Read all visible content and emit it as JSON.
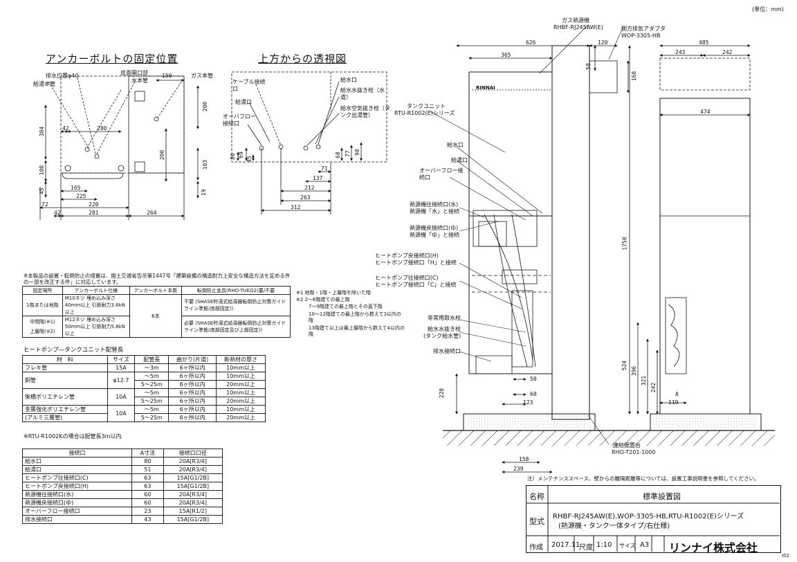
{
  "unit_note": "(単位：mm)",
  "corner_code": "I02",
  "anchor_title": "アンカーボルトの固定位置",
  "top_title": "上方からの透視図",
  "anchor_labels": [
    "排水位置φ40",
    "給湯本管",
    "底面開口部",
    "水本管",
    "ガス本管"
  ],
  "anchor_dims": [
    "150",
    "200",
    "384",
    "42",
    "280",
    "100",
    "200",
    "103",
    "45",
    "165",
    "225",
    "19",
    "72",
    "220",
    "42",
    "281",
    "264"
  ],
  "top_labels": [
    "ケーブル接続口",
    "給湯口",
    "オーバフロー接続口",
    "給水口",
    "給水水抜き栓（水道）",
    "給水空気抜き栓（タンク出湯管）"
  ],
  "top_dims": [
    "86",
    "69",
    "45",
    "71",
    "68",
    "77",
    "98",
    "137",
    "212",
    "263",
    "312"
  ],
  "front_labels": [
    "ガス熱源機",
    "RHBF-RJ245AW(E)",
    "側方排気アダプタ",
    "WOP-3305-HB",
    "タンクユニット",
    "RTU-R1002(E)シリーズ",
    "給水口",
    "給湯口",
    "オーバーフロー接続口",
    "熱源機往接続口(水)",
    "熱源機「水」と接続",
    "熱源機戻接続口(ゆ)",
    "熱源機「ゆ」と接続",
    "ヒートポンプ戻接続口(H)",
    "ヒートポンプ接続口「H」と接続",
    "ヒートポンプ往接続口(C)",
    "ヒートポンプ接続口「C」と接続",
    "非常用取水栓",
    "給水水抜き栓",
    "(タンク給水管)",
    "排水接続口",
    "連結据置台",
    "RHO-T201-1000"
  ],
  "front_dims": [
    "626",
    "365",
    "120",
    "58",
    "168",
    "1750",
    "228",
    "50",
    "60",
    "123",
    "158",
    "239",
    "524"
  ],
  "side_dims": [
    "485",
    "243",
    "242",
    "474",
    "396",
    "321",
    "242",
    "A",
    "119"
  ],
  "brand_mark": "RINNAI",
  "note_main": "※本製品の設置・転倒防止の措置は、国土交通省告示第1447号「建築設備の構造耐力上安全な構造方法を定める件の一部を改正する件」に対応しています。",
  "anchor_table": {
    "headers": [
      "固定場所",
      "アンカーボルト仕様",
      "アンカーボルト本数",
      "転倒防止金具(RHO-TUEQ2)要/不要"
    ],
    "row1": {
      "place": "1階または地階",
      "spec": "M10ネジ 埋め込み深さ40mm以上 引張耐力3.6kN以上",
      "count": "6本",
      "req": "不要 (SHASE貯湯式給湯器転倒防止対策ガイドライン準拠(底部固定))"
    },
    "row2": {
      "place_a": "中間階(※1)",
      "place_b": "上層階(※2)",
      "spec": "M12ネジ 埋め込み深さ50mm以上 引張耐力5.8kN以上",
      "req": "必要 (SHASE貯湯式給湯器転倒防止対策ガイドライン準拠(底部固定及び上部固定))"
    }
  },
  "floor_notes": [
    "※1 地階・1階・上層階を除いた階",
    "※2 2～6階建ての最上階",
    "7～9階建ての最上階とその直下階",
    "10～12階建ての最上階から数えて3以内の階",
    "13階建て以上は最上層階から数えて4以内の階"
  ],
  "pipe_table": {
    "title": "ヒートポンプ―タンクユニット配管長",
    "headers": [
      "材　料",
      "サイズ",
      "配管長",
      "曲がり(片道)",
      "断熱材の厚さ"
    ],
    "rows": [
      [
        "フレキ管",
        "15A",
        "～3m",
        "6ヶ所以内",
        "10mm以上"
      ],
      [
        "銅管",
        "φ12.7",
        "～5m",
        "6ヶ所以内",
        "10mm以上"
      ],
      [
        "",
        "",
        "5～25m",
        "6ヶ所以内",
        "20mm以上"
      ],
      [
        "架橋ポリエチレン管",
        "10A",
        "～5m",
        "6ヶ所以内",
        "10mm以上"
      ],
      [
        "",
        "",
        "5～25m",
        "6ヶ所以内",
        "20mm以上"
      ],
      [
        "金属強化ポリエチレン管",
        "10A",
        "～5m",
        "6ヶ所以内",
        "10mm以上"
      ],
      [
        "(アルミ三層管)",
        "",
        "5～25m",
        "6ヶ所以内",
        "20mm以上"
      ]
    ],
    "note": "※RTU-R1002Kの場合は配管長3m以内"
  },
  "port_table": {
    "headers": [
      "接続口",
      "A寸法",
      "接続口口径"
    ],
    "rows": [
      [
        "給水口",
        "80",
        "20A[R3/4]"
      ],
      [
        "給湯口",
        "51",
        "20A[R3/4]"
      ],
      [
        "ヒートポンプ往接続口(C)",
        "63",
        "15A[G1/2B]"
      ],
      [
        "ヒートポンプ戻接続口(H)",
        "63",
        "15A[G1/2B]"
      ],
      [
        "熱源機往接続口(水)",
        "60",
        "20A[R3/4]"
      ],
      [
        "熱源機戻接続口(ゆ)",
        "60",
        "20A[R3/4]"
      ],
      [
        "オーバーフロー接続口",
        "23",
        "15A[R1/2]"
      ],
      [
        "排水接続口",
        "43",
        "15A[G1/2B]"
      ]
    ]
  },
  "install_note": "注）メンテナンススペース、壁からの離隔距離等については、設置工事説明書を参照してください。",
  "title_block": {
    "name_label": "名称",
    "name_value": "標準設置図",
    "model_label": "型式",
    "model_value_1": "RHBF-RJ245AW(E),WOP-3305-HB,RTU-R1002(E)シリーズ",
    "model_value_2": "(熱源機・タンク一体タイプ/右仕様)",
    "made_label": "作成",
    "made_value": "2017.11",
    "scale_label": "尺度",
    "scale_value": "1:10",
    "size_label": "サイズ",
    "size_value": "A3",
    "company": "リンナイ株式会社"
  }
}
